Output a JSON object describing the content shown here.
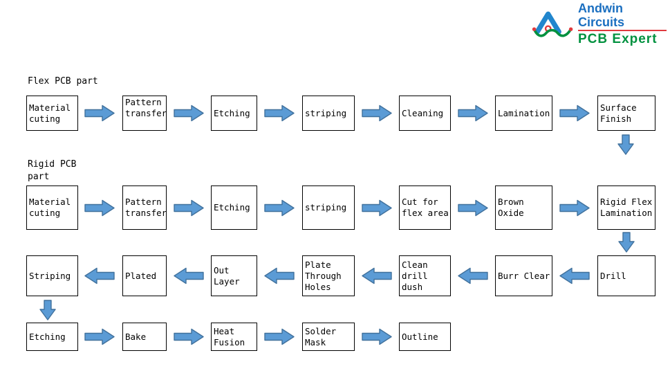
{
  "logo": {
    "title": "Andwin Circuits",
    "subtitle": "PCB Expert",
    "title_color": "#1b6fc0",
    "subtitle_color": "#00913f",
    "underline_color": "#e03a3e",
    "mark_colors": {
      "a": "#2186cd",
      "wave": "#00913f",
      "dots": "#e03a3e"
    }
  },
  "colors": {
    "arrow_fill": "#5b9bd5",
    "arrow_stroke": "#41719c",
    "box_border": "#000000",
    "background": "#ffffff"
  },
  "sections": {
    "flex_label": "Flex PCB part",
    "rigid_label": "Rigid PCB part"
  },
  "rows": [
    {
      "name": "flex-pcb-row",
      "direction": "right",
      "nodes": [
        "Material cuting",
        "Pattern transfer",
        "Etching",
        "striping",
        "Cleaning",
        "Lamination",
        "Surface Finish"
      ]
    },
    {
      "name": "rigid-pcb-row",
      "direction": "right",
      "nodes": [
        "Material cuting",
        "Pattern transfer",
        "Etching",
        "striping",
        "Cut for flex area",
        "Brown Oxide",
        "Rigid Flex Lamination"
      ]
    },
    {
      "name": "return-row",
      "direction": "left",
      "nodes": [
        "Striping",
        "Plated",
        "Out Layer",
        "Plate Through Holes",
        "Clean drill dush",
        "Burr Clear",
        "Drill"
      ]
    },
    {
      "name": "final-row",
      "direction": "right",
      "nodes": [
        "Etching",
        "Bake",
        "Heat Fusion",
        "Solder Mask",
        "Outline"
      ]
    }
  ],
  "connectors": [
    "Surface Finish to Rigid Flex Lamination",
    "Rigid Flex Lamination to Drill",
    "Striping to Etching"
  ]
}
